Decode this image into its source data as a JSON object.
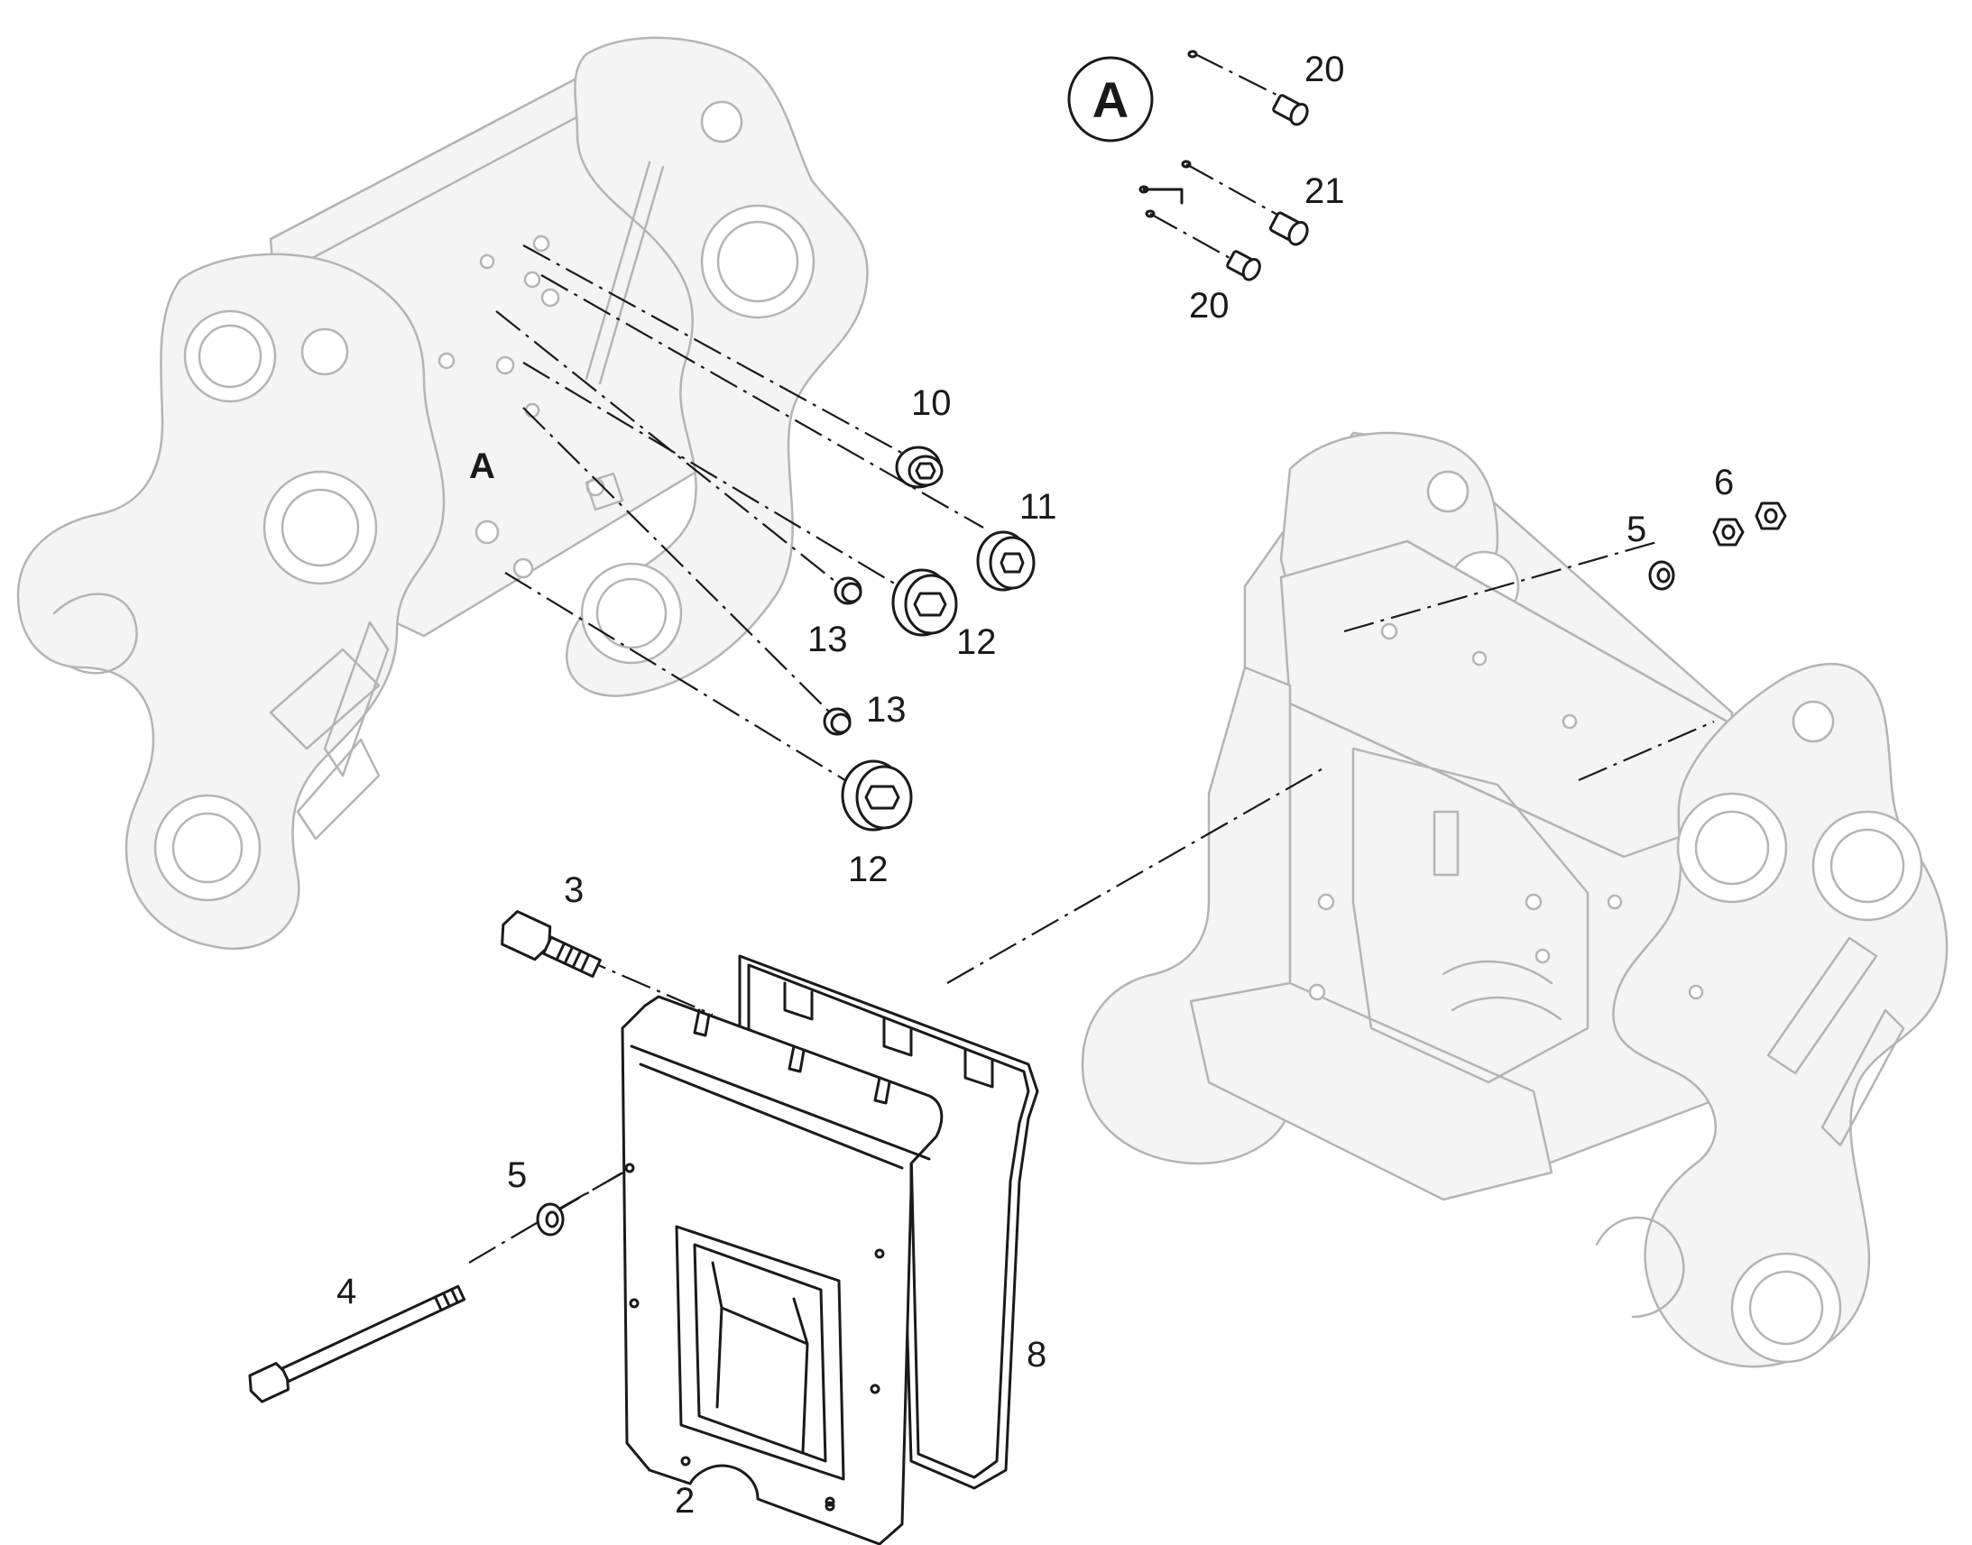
{
  "detail_callout": {
    "letter": "A"
  },
  "detail_marker": "A",
  "labels": {
    "p20_top": "20",
    "p21": "21",
    "p20_bottom": "20",
    "p10": "10",
    "p11": "11",
    "p13_upper": "13",
    "p12_upper": "12",
    "p13_lower": "13",
    "p12_lower": "12",
    "p6": "6",
    "p5_right": "5",
    "p3": "3",
    "p5_left": "5",
    "p4": "4",
    "p8": "8",
    "p2": "2"
  },
  "colors": {
    "context_stroke": "#b4b4b4",
    "component_stroke": "#1a1a1a",
    "background": "#ffffff"
  }
}
